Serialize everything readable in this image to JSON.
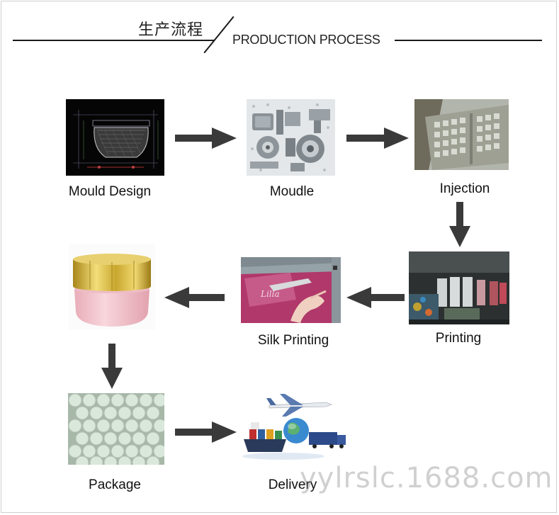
{
  "header": {
    "title_cn": "生产流程",
    "title_en": "PRODUCTION PROCESS"
  },
  "steps": [
    {
      "id": "mould-design",
      "label": "Mould Design"
    },
    {
      "id": "moudle",
      "label": "Moudle"
    },
    {
      "id": "injection",
      "label": "Injection"
    },
    {
      "id": "printing",
      "label": "Printing"
    },
    {
      "id": "silk-printing",
      "label": "Silk Printing"
    },
    {
      "id": "product",
      "label": ""
    },
    {
      "id": "package",
      "label": "Package"
    },
    {
      "id": "delivery",
      "label": "Delivery"
    }
  ],
  "watermark": "yylrslc.1688.com",
  "colors": {
    "arrow": "#3a3a3a",
    "line": "#1a1a1a",
    "silk_screen": "#b0386a",
    "jar_pink": "#f2c4cc",
    "jar_gold": "#d4b13a"
  },
  "icons": {
    "arrow": "arrow-icon"
  }
}
